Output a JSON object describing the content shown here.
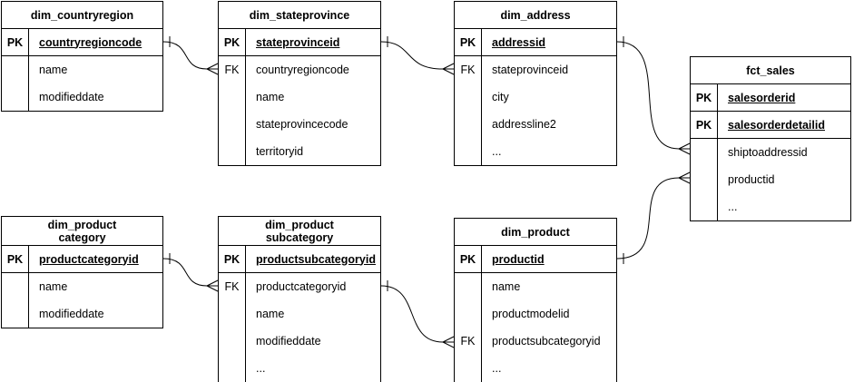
{
  "colors": {
    "line": "#000000",
    "background": "#ffffff",
    "text": "#000000"
  },
  "tables": {
    "countryregion": {
      "title": "dim_countryregion",
      "rows": [
        {
          "badge": "PK",
          "field": "countryregioncode"
        },
        {
          "badge": "",
          "field": "name"
        },
        {
          "badge": "",
          "field": "modifieddate"
        }
      ]
    },
    "stateprovince": {
      "title": "dim_stateprovince",
      "rows": [
        {
          "badge": "PK",
          "field": "stateprovinceid"
        },
        {
          "badge": "FK",
          "field": "countryregioncode"
        },
        {
          "badge": "",
          "field": "name"
        },
        {
          "badge": "",
          "field": "stateprovincecode"
        },
        {
          "badge": "",
          "field": "territoryid"
        }
      ]
    },
    "address": {
      "title": "dim_address",
      "rows": [
        {
          "badge": "PK",
          "field": "addressid"
        },
        {
          "badge": "FK",
          "field": "stateprovinceid"
        },
        {
          "badge": "",
          "field": "city"
        },
        {
          "badge": "",
          "field": "addressline2"
        },
        {
          "badge": "",
          "field": "..."
        }
      ]
    },
    "fct_sales": {
      "title": "fct_sales",
      "rows": [
        {
          "badge": "PK",
          "field": "salesorderid"
        },
        {
          "badge": "PK",
          "field": "salesorderdetailid"
        },
        {
          "badge": "",
          "field": "shiptoaddressid"
        },
        {
          "badge": "",
          "field": "productid"
        },
        {
          "badge": "",
          "field": "..."
        }
      ]
    },
    "product_category": {
      "title": "dim_product\ncategory",
      "rows": [
        {
          "badge": "PK",
          "field": "productcategoryid"
        },
        {
          "badge": "",
          "field": "name"
        },
        {
          "badge": "",
          "field": "modifieddate"
        }
      ]
    },
    "product_subcategory": {
      "title": "dim_product\nsubcategory",
      "rows": [
        {
          "badge": "PK",
          "field": "productsubcategoryid"
        },
        {
          "badge": "FK",
          "field": "productcategoryid"
        },
        {
          "badge": "",
          "field": "name"
        },
        {
          "badge": "",
          "field": "modifieddate"
        },
        {
          "badge": "",
          "field": "..."
        }
      ]
    },
    "product": {
      "title": "dim_product",
      "rows": [
        {
          "badge": "PK",
          "field": "productid"
        },
        {
          "badge": "",
          "field": "name"
        },
        {
          "badge": "",
          "field": "productmodelid"
        },
        {
          "badge": "FK",
          "field": "productsubcategoryid"
        },
        {
          "badge": "",
          "field": "..."
        }
      ]
    }
  },
  "relationships": [
    {
      "from": "dim_countryregion.countryregioncode",
      "to": "dim_stateprovince.countryregioncode",
      "cardinality": "one-to-many"
    },
    {
      "from": "dim_stateprovince.stateprovinceid",
      "to": "dim_address.stateprovinceid",
      "cardinality": "one-to-many"
    },
    {
      "from": "dim_address.addressid",
      "to": "fct_sales.shiptoaddressid",
      "cardinality": "one-to-many"
    },
    {
      "from": "dim_product.productid",
      "to": "fct_sales.productid",
      "cardinality": "one-to-many"
    },
    {
      "from": "dim_product category.productcategoryid",
      "to": "dim_product subcategory.productcategoryid",
      "cardinality": "one-to-many"
    },
    {
      "from": "dim_product subcategory.productsubcategoryid",
      "to": "dim_product.productsubcategoryid",
      "cardinality": "one-to-many"
    }
  ]
}
